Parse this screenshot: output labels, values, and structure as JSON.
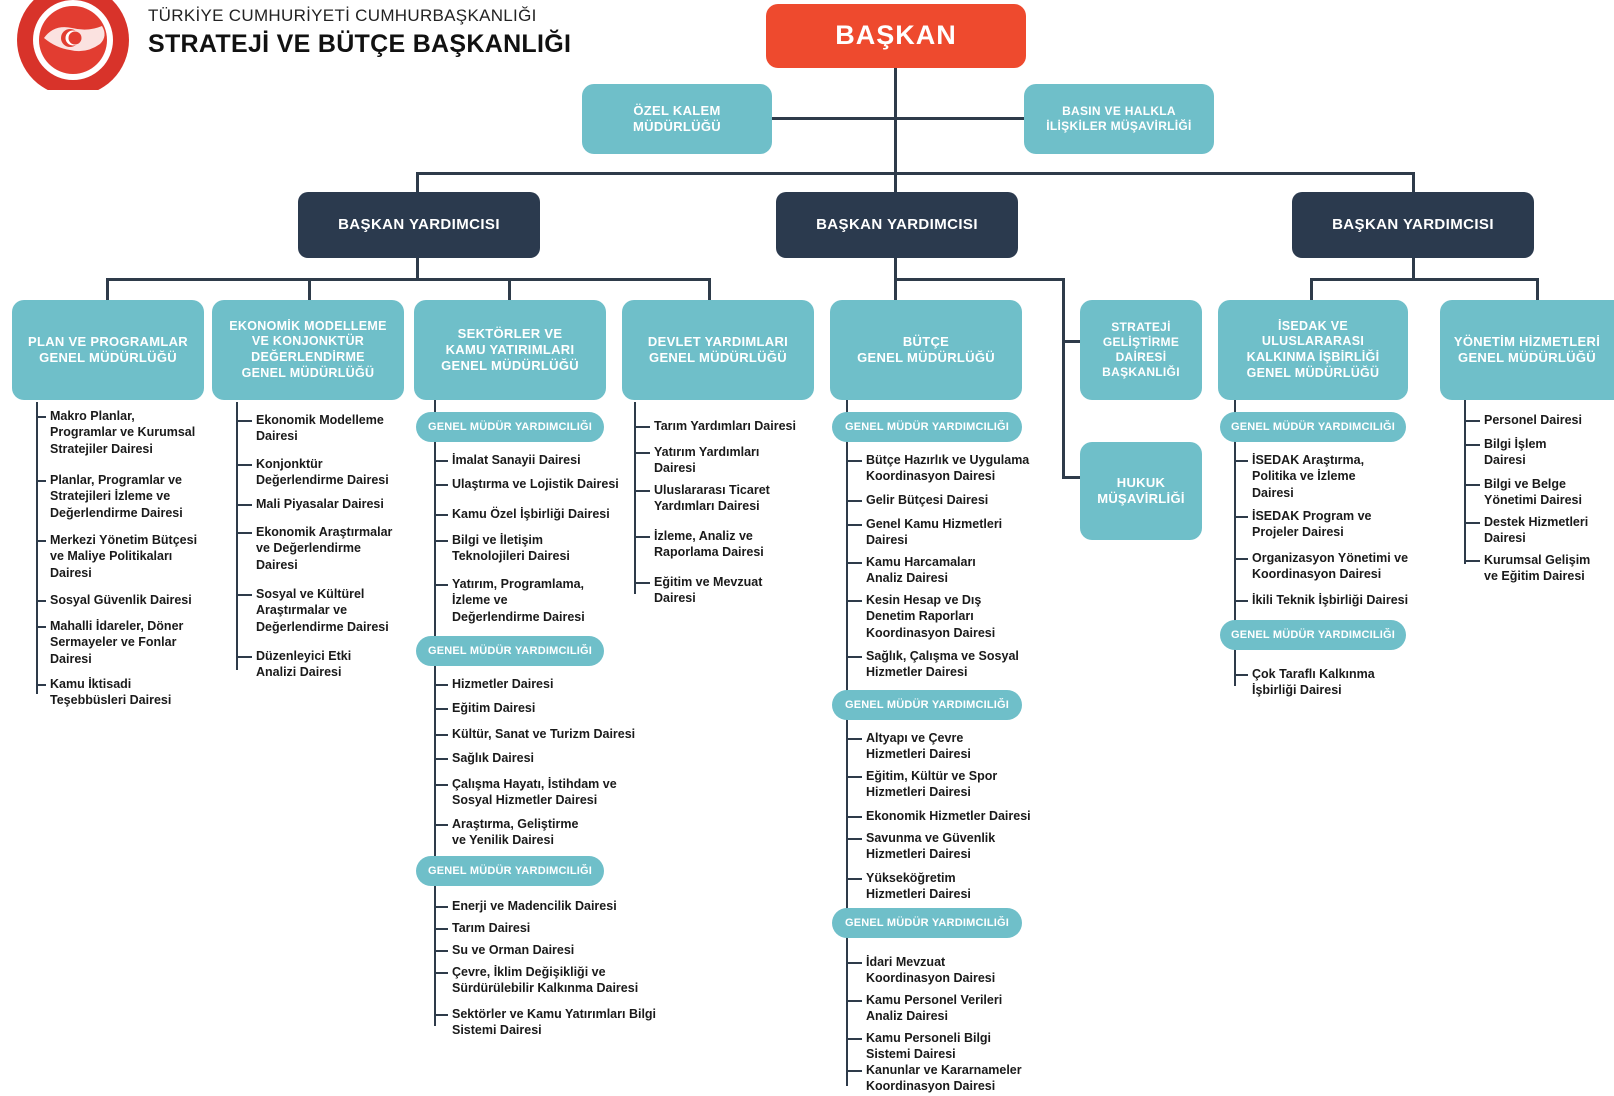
{
  "header": {
    "line1": "TÜRKİYE CUMHURİYETİ CUMHURBAŞKANLIĞI",
    "line2": "STRATEJİ VE BÜTÇE BAŞKANLIĞI",
    "logo_icon": "presidency-seal-logo"
  },
  "top": {
    "president": "BAŞKAN",
    "ozel_kalem": "ÖZEL KALEM\nMÜDÜRLÜĞÜ",
    "basin": "BASIN VE HALKLA\nİLİŞKİLER MÜŞAVİRLİĞİ"
  },
  "vice_presidents": [
    "BAŞKAN YARDIMCISI",
    "BAŞKAN YARDIMCISI",
    "BAŞKAN YARDIMCISI"
  ],
  "directorates": {
    "plan": {
      "title": "PLAN VE PROGRAMLAR\nGENEL MÜDÜRLÜĞÜ",
      "items": [
        "Makro Planlar,\nProgramlar ve Kurumsal\nStratejiler Dairesi",
        "Planlar, Programlar ve\nStratejileri İzleme ve\nDeğerlendirme Dairesi",
        "Merkezi Yönetim Bütçesi\nve Maliye Politikaları\nDairesi",
        "Sosyal Güvenlik Dairesi",
        "Mahalli İdareler, Döner\nSermayeler ve Fonlar\nDairesi",
        "Kamu İktisadi\nTeşebbüsleri Dairesi"
      ]
    },
    "ekonomik": {
      "title": "EKONOMİK MODELLEME\nVE KONJONKTÜR\nDEĞERLENDİRME\nGENEL MÜDÜRLÜĞÜ",
      "items": [
        "Ekonomik Modelleme\nDairesi",
        "Konjonktür\nDeğerlendirme Dairesi",
        "Mali Piyasalar Dairesi",
        "Ekonomik Araştırmalar\nve Değerlendirme\nDairesi",
        "Sosyal ve Kültürel\nAraştırmalar ve\nDeğerlendirme Dairesi",
        "Düzenleyici Etki\nAnalizi Dairesi"
      ]
    },
    "sektorler": {
      "title": "SEKTÖRLER VE\nKAMU YATIRIMLARI\nGENEL MÜDÜRLÜĞÜ",
      "deputy_label": "GENEL MÜDÜR YARDIMCILIĞI",
      "group1": [
        "İmalat Sanayii Dairesi",
        "Ulaştırma ve Lojistik Dairesi",
        "Kamu Özel İşbirliği Dairesi",
        "Bilgi ve İletişim\nTeknolojileri Dairesi",
        "Yatırım, Programlama,\nİzleme ve\nDeğerlendirme Dairesi"
      ],
      "group2": [
        "Hizmetler Dairesi",
        "Eğitim Dairesi",
        "Kültür, Sanat ve Turizm Dairesi",
        "Sağlık Dairesi",
        "Çalışma Hayatı, İstihdam ve\nSosyal Hizmetler Dairesi",
        "Araştırma, Geliştirme\nve Yenilik Dairesi"
      ],
      "group3": [
        "Enerji ve Madencilik Dairesi",
        "Tarım Dairesi",
        "Su ve Orman Dairesi",
        "Çevre, İklim Değişikliği ve\nSürdürülebilir Kalkınma Dairesi",
        "Sektörler ve Kamu Yatırımları Bilgi\nSistemi Dairesi"
      ]
    },
    "devlet": {
      "title": "DEVLET YARDIMLARI\nGENEL MÜDÜRLÜĞÜ",
      "items": [
        "Tarım Yardımları Dairesi",
        "Yatırım Yardımları\nDairesi",
        "Uluslararası Ticaret\nYardımları Dairesi",
        "İzleme, Analiz ve\nRaporlama Dairesi",
        "Eğitim ve Mevzuat\nDairesi"
      ]
    },
    "butce": {
      "title": "BÜTÇE\nGENEL MÜDÜRLÜĞÜ",
      "deputy_label": "GENEL MÜDÜR YARDIMCILIĞI",
      "group1": [
        "Bütçe Hazırlık ve Uygulama\nKoordinasyon Dairesi",
        "Gelir Bütçesi Dairesi",
        "Genel Kamu Hizmetleri\nDairesi",
        "Kamu Harcamaları\nAnaliz Dairesi",
        "Kesin Hesap ve Dış\nDenetim Raporları\nKoordinasyon Dairesi",
        "Sağlık, Çalışma ve Sosyal\nHizmetler Dairesi"
      ],
      "group2": [
        "Altyapı ve Çevre\nHizmetleri Dairesi",
        "Eğitim, Kültür ve Spor\nHizmetleri Dairesi",
        "Ekonomik Hizmetler Dairesi",
        "Savunma ve Güvenlik\nHizmetleri Dairesi",
        "Yükseköğretim\nHizmetleri Dairesi"
      ],
      "group3": [
        "İdari Mevzuat\nKoordinasyon Dairesi",
        "Kamu Personel Verileri\nAnaliz Dairesi",
        "Kamu Personeli Bilgi\nSistemi Dairesi",
        "Kanunlar ve Kararnameler\nKoordinasyon Dairesi"
      ]
    },
    "strateji": {
      "title": "STRATEJİ\nGELİŞTİRME\nDAİRESİ\nBAŞKANLIĞI"
    },
    "hukuk": {
      "title": "HUKUK\nMÜŞAVİRLİĞİ"
    },
    "isedak": {
      "title": "İSEDAK VE\nULUSLARARASI\nKALKINMA İŞBİRLİĞİ\nGENEL MÜDÜRLÜĞÜ",
      "deputy_label": "GENEL MÜDÜR YARDIMCILIĞI",
      "group1": [
        "İSEDAK Araştırma,\nPolitika ve İzleme\nDairesi",
        "İSEDAK Program ve\nProjeler Dairesi",
        "Organizasyon Yönetimi ve\nKoordinasyon Dairesi",
        "İkili Teknik İşbirliği Dairesi"
      ],
      "group2": [
        "Çok Taraflı Kalkınma\nİşbirliği Dairesi"
      ]
    },
    "yonetim": {
      "title": "YÖNETİM HİZMETLERİ\nGENEL MÜDÜRLÜĞÜ",
      "items": [
        "Personel Dairesi",
        "Bilgi İşlem\nDairesi",
        "Bilgi ve Belge\nYönetimi Dairesi",
        "Destek Hizmetleri\nDairesi",
        "Kurumsal Gelişim\nve Eğitim Dairesi"
      ]
    }
  },
  "colors": {
    "red": "#ee4a2e",
    "dark": "#2b3a4e",
    "teal": "#6fbfc9",
    "line": "#2e3b4a"
  }
}
